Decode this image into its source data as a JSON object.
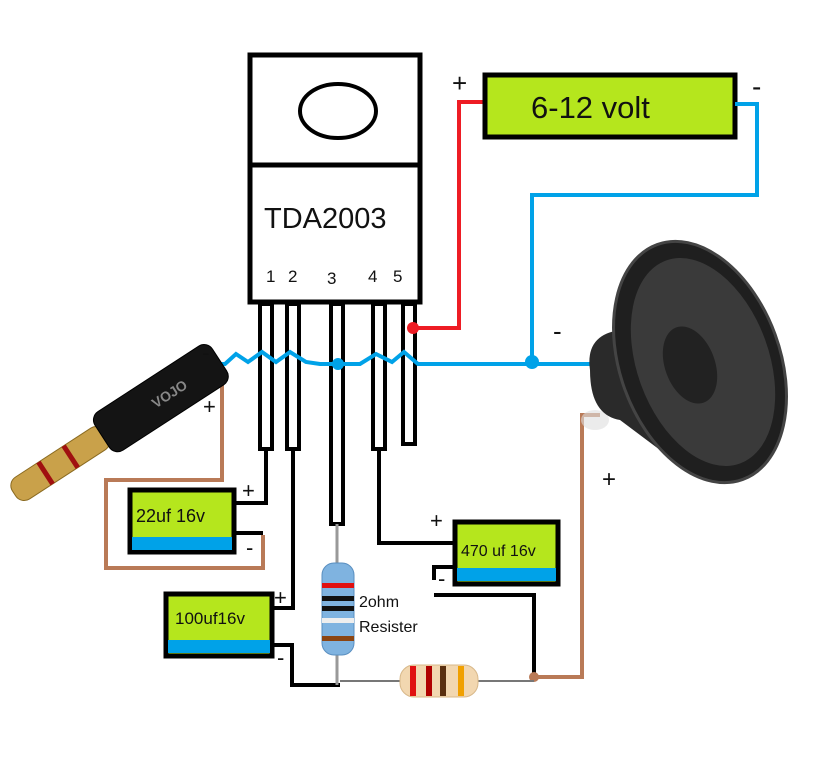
{
  "ic": {
    "name": "TDA2003",
    "pins": [
      "1",
      "2",
      "3",
      "4",
      "5"
    ]
  },
  "power_supply": {
    "label": "6-12 volt",
    "plus": "+",
    "minus": "-"
  },
  "capacitors": [
    {
      "id": "c1",
      "label": "22uf 16v",
      "plus": "+",
      "minus": "-"
    },
    {
      "id": "c2",
      "label": "100uf16v",
      "plus": "+",
      "minus": "-"
    },
    {
      "id": "c3",
      "label": "470 uf 16v",
      "plus": "+",
      "minus": "-"
    }
  ],
  "resistor": {
    "label_line1": "2ohm",
    "label_line2": "Resister"
  },
  "audio_jack": {
    "brand": "VOJO",
    "minus": "-",
    "plus": "+"
  },
  "speaker": {
    "minus": "-",
    "plus": "+"
  },
  "colors": {
    "wire_positive": "#ee1c24",
    "wire_ground": "#00a2e8",
    "wire_signal": "#b97a57",
    "wire_black": "#000000",
    "component_fill": "#b5e61d",
    "cap_stripe": "#00a2e8"
  }
}
